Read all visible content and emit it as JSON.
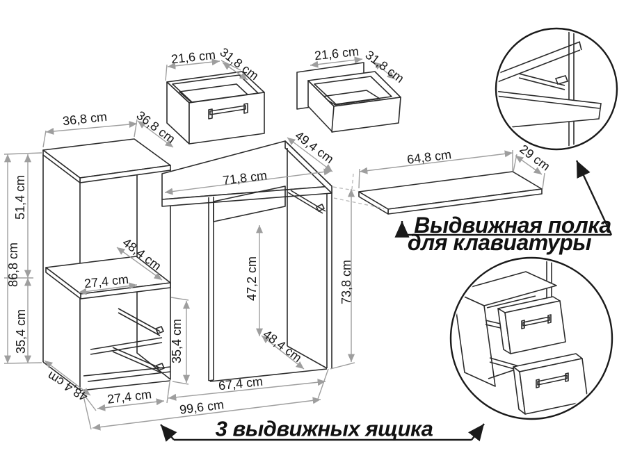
{
  "page": {
    "background": "#ffffff",
    "furniture_line_color": "#2b2b2b",
    "dimension_line_color": "#9e9e9e",
    "text_color": "#161616"
  },
  "annotations": {
    "keyboard_shelf_line1": "Выдвижная полка",
    "keyboard_shelf_line2": "для клавиатуры",
    "drawers_note": "3 выдвижных ящика"
  },
  "dimensions": {
    "drawer_left_width": "21,6 cm",
    "drawer_left_depth": "31,8 cm",
    "drawer_right_width": "21,6 cm",
    "drawer_right_depth": "31,8 cm",
    "top_shelf_width": "36,8 cm",
    "top_shelf_depth": "36,8 cm",
    "left_height_upper": "51,4 cm",
    "left_height_total": "86,8 cm",
    "left_height_lower": "35,4 cm",
    "left_bottom_depth": "48,4 cm",
    "open_shelf_width": "27,4 cm",
    "open_shelf_depth": "48,4 cm",
    "cabinet_inner_height": "35,4 cm",
    "desk_top_width": "71,8 cm",
    "desk_top_depth": "49,4 cm",
    "kneehole_height": "47,2 cm",
    "desk_height": "73,8 cm",
    "desk_side_depth": "48,4 cm",
    "drawer_opening_width": "27,4 cm",
    "desk_span_width": "67,4 cm",
    "total_width": "99,6 cm",
    "keyboard_shelf_width": "64,8 cm",
    "keyboard_shelf_depth": "29 cm"
  }
}
